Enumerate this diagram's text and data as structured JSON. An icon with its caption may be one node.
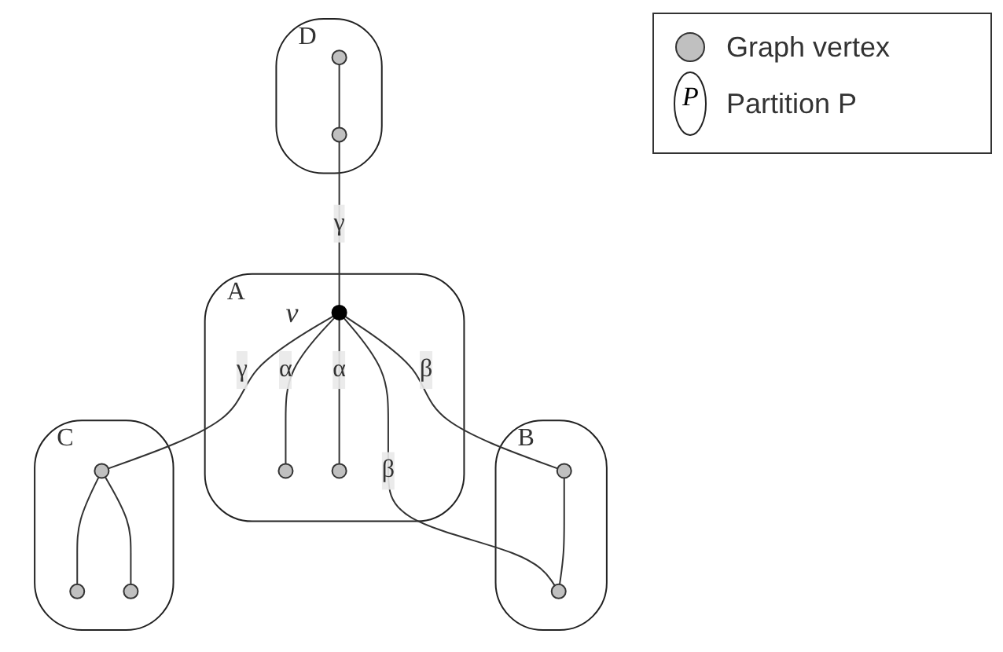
{
  "diagram": {
    "nodes": [
      {
        "text": [
          "D"
        ]
      },
      {
        "text": [],
        "shape": "circle",
        "in": 0
      },
      {
        "text": [],
        "shape": "circle",
        "in": 0
      },
      {
        "text": [
          "A"
        ]
      },
      {
        "text": [],
        "shape": "circle",
        "in": 3
      },
      {
        "text": [],
        "shape": "circle",
        "in": 3,
        "beside": [
          "v"
        ]
      },
      {
        "text": [],
        "shape": "circle",
        "in": 3
      },
      {
        "text": [
          "B"
        ]
      },
      {
        "text": [],
        "shape": "circle",
        "in": 7
      },
      {
        "text": [],
        "shape": "circle",
        "in": 7
      },
      {
        "text": [
          "C"
        ]
      },
      {
        "text": [],
        "shape": "circle",
        "in": 10
      },
      {
        "text": [],
        "shape": "circle",
        "in": 10
      },
      {
        "text": [],
        "shape": "circle",
        "in": 10
      }
    ],
    "edges": [
      {
        "from": 1,
        "to": 2,
        "arrow": "none"
      },
      {
        "from": 2,
        "to": 5,
        "arrow": "none",
        "label": "γ"
      },
      {
        "from": 5,
        "to": 4,
        "arrow": "none",
        "label": "α"
      },
      {
        "from": 5,
        "to": 6,
        "arrow": "none",
        "label": "α"
      },
      {
        "from": 5,
        "to": 8,
        "arrow": "none",
        "label": "β"
      },
      {
        "from": 5,
        "to": 9,
        "arrow": "none",
        "label": "β"
      },
      {
        "from": 8,
        "to": 9,
        "arrow": "none"
      },
      {
        "from": 5,
        "to": 11,
        "arrow": "none",
        "label": "γ"
      },
      {
        "from": 11,
        "to": 12,
        "arrow": "none"
      },
      {
        "from": 11,
        "to": 13,
        "arrow": "none"
      }
    ],
    "labels": [
      "P"
    ],
    "legend": [
      {
        "text": "Graph vertex"
      },
      {
        "text": "Partition P"
      }
    ]
  }
}
